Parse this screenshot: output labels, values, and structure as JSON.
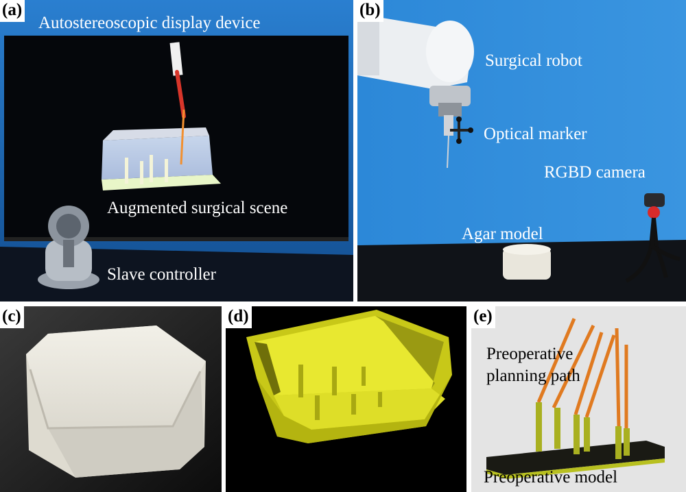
{
  "panels": {
    "a": {
      "tag": "(a)",
      "labels": {
        "display": "Autostereoscopic display device",
        "scene": "Augmented surgical scene",
        "controller": "Slave controller"
      }
    },
    "b": {
      "tag": "(b)",
      "labels": {
        "robot": "Surgical robot",
        "marker": "Optical marker",
        "camera": "RGBD camera",
        "agar": "Agar model"
      }
    },
    "c": {
      "tag": "(c)"
    },
    "d": {
      "tag": "(d)"
    },
    "e": {
      "tag": "(e)",
      "labels": {
        "path_line1": "Preoperative",
        "path_line2": "planning path",
        "model": "Preoperative model"
      }
    }
  },
  "colors": {
    "background_blue": "#1f6fc0",
    "yellow_model": "#d8d820",
    "orange_path": "#e07a20",
    "agar_white": "#e9e6dc"
  }
}
